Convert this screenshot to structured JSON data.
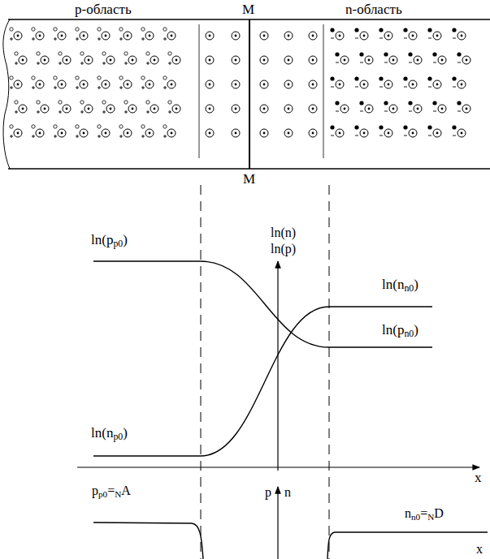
{
  "diagram": {
    "labels": [
      "p-область",
      "M",
      "n-область",
      "M",
      "ln(n)",
      "ln(p)",
      "ln(pp0)",
      "ln(nn0)",
      "ln(np0)",
      "ln(pn0)",
      "x",
      "pp0=NA",
      "p",
      "n",
      "nn0=ND",
      "x"
    ]
  }
}
